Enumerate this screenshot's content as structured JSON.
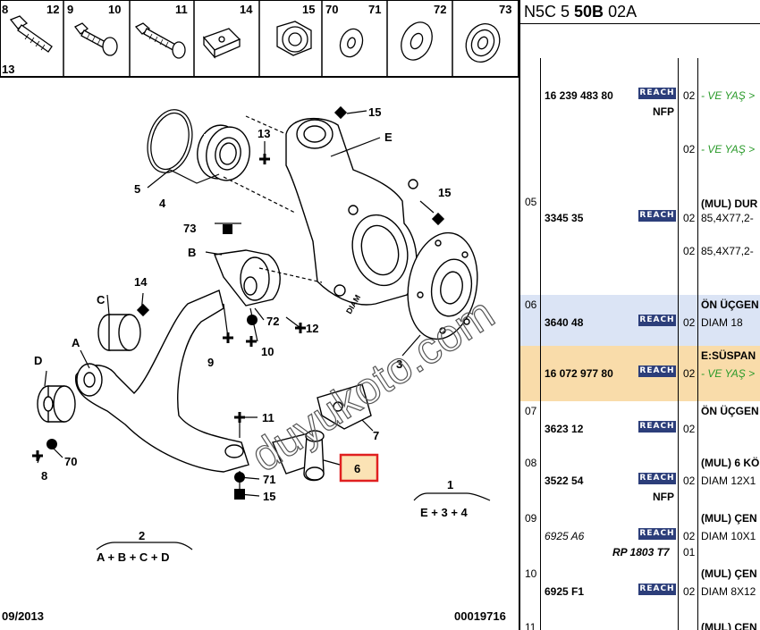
{
  "diagram": {
    "parts_strip": [
      {
        "left": "8",
        "right": "12",
        "extra": "13"
      },
      {
        "left": "9",
        "right": "10"
      },
      {
        "left": "",
        "right": "11"
      },
      {
        "left": "",
        "right": "14"
      },
      {
        "left": "",
        "right": "15"
      },
      {
        "left": "70",
        "right": "71"
      },
      {
        "left": "",
        "right": "72"
      },
      {
        "left": "",
        "right": "73"
      }
    ],
    "labels": {
      "l15a": "15",
      "lE": "E",
      "l13": "13",
      "l5": "5",
      "l4": "4",
      "l15b": "15",
      "l73": "73",
      "lB": "B",
      "lC": "C",
      "l14": "14",
      "lA": "A",
      "l72": "72",
      "l12": "12",
      "l9": "9",
      "l10": "10",
      "lD": "D",
      "l3": "3",
      "l7": "7",
      "l11": "11",
      "l70": "70",
      "l8": "8",
      "l6": "6",
      "l71": "71",
      "l15c": "15",
      "l1": "1",
      "l1f": "E + 3 + 4",
      "l2": "2",
      "l2f": "A + B + C + D",
      "diam": "DIAM"
    },
    "date": "09/2013",
    "code": "00019716",
    "watermark": "duyukoto.com"
  },
  "table": {
    "title_pre": "N5C 5 ",
    "title_bold": "50B",
    "title_post": " 02A",
    "rows": [
      {
        "no": "",
        "ref": "16 239 483 80",
        "brand": "REACH",
        "sub": "NFP",
        "qty": [
          "02",
          "02"
        ],
        "desc": [
          "- VE YAŞ >",
          "- VE YAŞ >"
        ],
        "desc_style": "g",
        "bg": "#fff",
        "h": 150
      },
      {
        "no": "05",
        "ref": "3345 35",
        "brand": "REACH",
        "sub": "",
        "qty": [
          "02",
          "02"
        ],
        "desc": [
          "(MUL) DUR",
          "85,4X77,2-",
          "85,4X77,2-"
        ],
        "desc_style": "mix1",
        "bg": "#fff",
        "h": 115
      },
      {
        "no": "06",
        "ref": "3640 48",
        "brand": "REACH",
        "sub": "",
        "qty": [
          "02"
        ],
        "desc": [
          "ÖN ÜÇGEN",
          "DIAM 18"
        ],
        "desc_style": "mix2",
        "bg": "#dbe4f5",
        "h": 57
      },
      {
        "no": "",
        "ref": "16 072 977 80",
        "brand": "REACH",
        "sub": "",
        "qty": [
          "02"
        ],
        "desc": [
          "E:SÜSPAN",
          "- VE YAŞ >"
        ],
        "desc_style": "mix3",
        "bg": "#f9dcaa",
        "h": 62
      },
      {
        "no": "07",
        "ref": "3623 12",
        "brand": "REACH",
        "sub": "",
        "qty": [
          "02"
        ],
        "desc": [
          "ÖN ÜÇGEN"
        ],
        "desc_style": "b",
        "bg": "#fff",
        "h": 58
      },
      {
        "no": "08",
        "ref": "3522 54",
        "brand": "REACH",
        "sub": "NFP",
        "qty": [
          "02"
        ],
        "desc": [
          "(MUL) 6 KÖ",
          "DIAM 12X1"
        ],
        "desc_style": "mix2",
        "bg": "#fff",
        "h": 62
      },
      {
        "no": "09",
        "ref": "6925 A6",
        "brand": "REACH",
        "sub": "RP 1803 T7",
        "qty": [
          "02",
          "01"
        ],
        "desc": [
          "(MUL) ÇEN",
          "DIAM 10X1"
        ],
        "desc_style": "mix2",
        "bg": "#fff",
        "h": 62
      },
      {
        "no": "10",
        "ref": "6925 F1",
        "brand": "REACH",
        "sub": "",
        "qty": [
          "02"
        ],
        "desc": [
          "(MUL) ÇEN",
          "DIAM 8X12"
        ],
        "desc_style": "mix2",
        "bg": "#fff",
        "h": 60
      },
      {
        "no": "11",
        "ref": "",
        "brand": "",
        "sub": "",
        "qty": [],
        "desc": [
          "(MUL) ÇEN"
        ],
        "desc_style": "b",
        "bg": "#fff",
        "h": 20
      }
    ]
  }
}
